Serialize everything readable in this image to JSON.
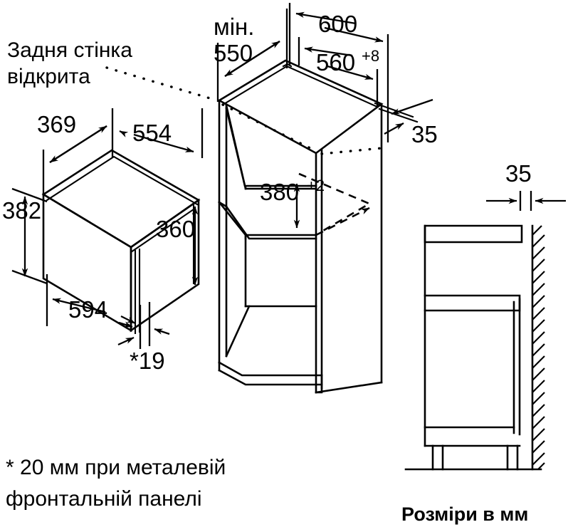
{
  "document": {
    "title": "Вбудовування мікрохвильової печі — монтажна схема",
    "units_caption": "Розміри в мм"
  },
  "labels": {
    "back_wall_open_line1": "Задня стінка",
    "back_wall_open_line2": "відкрита",
    "footnote_line1": "* 20 мм при металевій",
    "footnote_line2": "фронтальній панелі"
  },
  "appliance": {
    "name": "microwave-oven",
    "dimensions": {
      "depth_top": "369",
      "width_top": "554",
      "height_left": "382",
      "height_front": "360",
      "width_front": "594",
      "front_projection": "*19"
    }
  },
  "cabinet": {
    "name": "built-in-niche",
    "dimensions": {
      "min_label": "мін.",
      "niche_depth_min": "550",
      "outer_width": "600",
      "niche_width": "560",
      "niche_width_tolerance": "+8",
      "niche_height": "380",
      "niche_height_tolerance": "+2",
      "top_gap": "35"
    }
  },
  "side_view": {
    "name": "cabinet-side-section",
    "dimensions": {
      "wall_gap": "35"
    }
  },
  "colors": {
    "line": "#000000",
    "background": "#ffffff"
  }
}
